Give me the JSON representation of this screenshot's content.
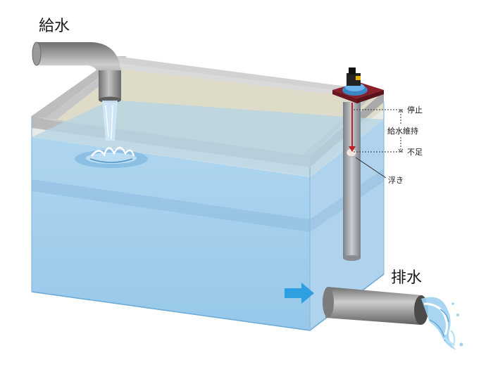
{
  "labels": {
    "inlet": "給水",
    "outlet": "排水",
    "stop": "停止",
    "maintain": "給水維持",
    "shortage": "不足",
    "float": "浮き"
  },
  "icons": [
    "water-splash-icon",
    "flow-arrow-icon",
    "level-sensor-icon"
  ],
  "colors": {
    "water": "#9cc8e6",
    "tank_frame": "#c9c9c9",
    "pipe": "#8c8c8c",
    "arrow": "#2f9fe0",
    "sensor_beam": "#c0202a",
    "sensor_plate": "#8a1f2c"
  }
}
